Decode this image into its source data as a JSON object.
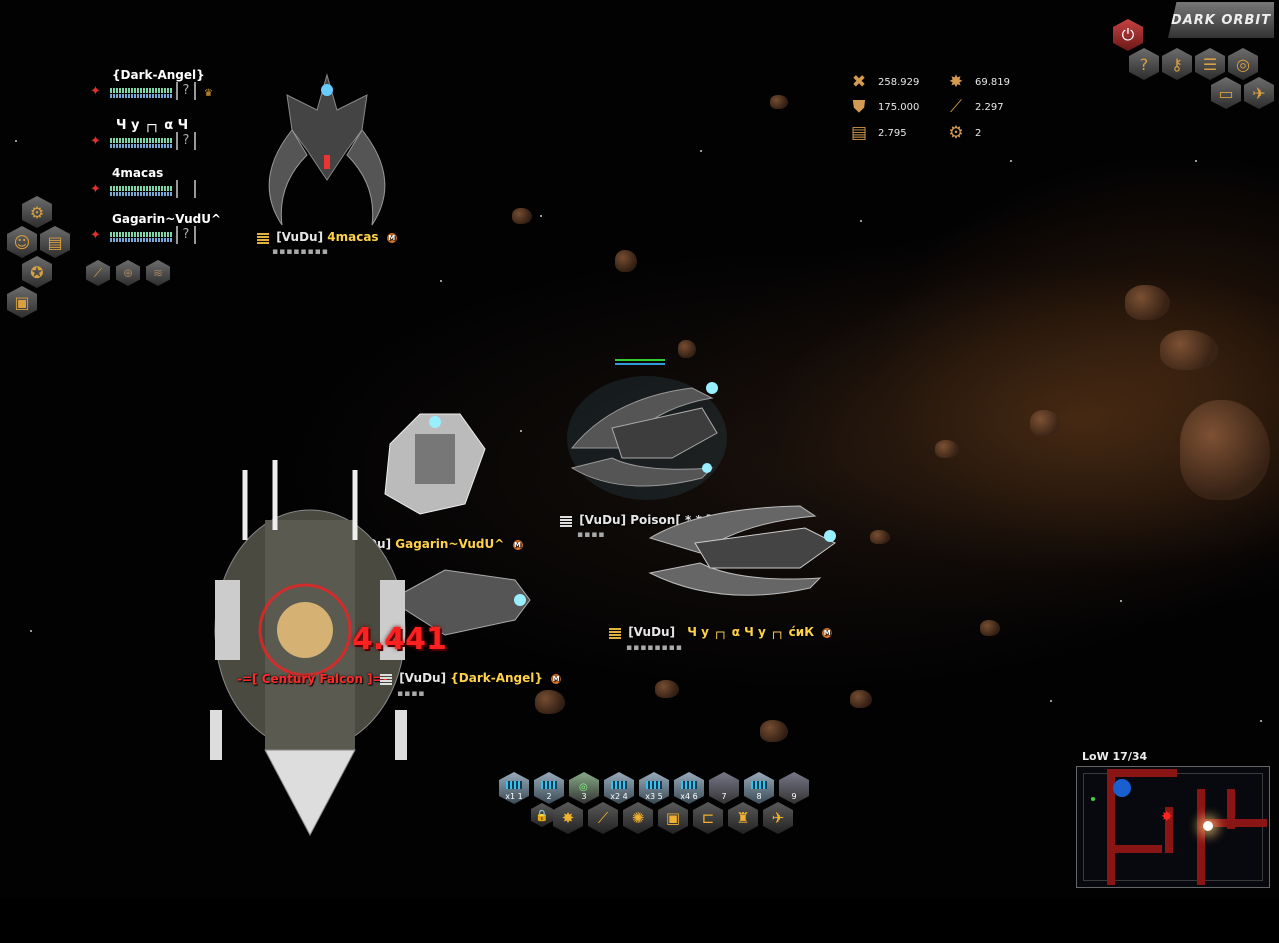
{
  "game": {
    "logo": "DARK ORBIT"
  },
  "group": {
    "members": [
      {
        "name": "{Dark-Angel}",
        "map": "?"
      },
      {
        "name": "Ч у ┌┐ α Ч",
        "map": "?"
      },
      {
        "name": "4macas",
        "map": ""
      },
      {
        "name": "Gagarin~VudU^",
        "map": "?"
      }
    ]
  },
  "stats": {
    "experience": "258.929",
    "honor": "69.819",
    "uridium": "175.000",
    "credits": "2.297",
    "cargo": "2.795",
    "level": "2"
  },
  "ships": {
    "top": {
      "tag": "[VuDu]",
      "name": "4macas"
    },
    "poison": {
      "tag": "[VuDu]",
      "name": "Poison[ * * ]"
    },
    "gagarin": {
      "tag": "[VuDu]",
      "name": "Gagarin~VudU^"
    },
    "yuya": {
      "tag": "[VuDu]",
      "name": "Ч у ┌┐ α Ч у ┌┐ ćиК"
    },
    "dark_angel": {
      "tag": "[VuDu]",
      "name": "{Dark-Angel}"
    },
    "enemy": {
      "name": "-=[ Century Falcon ]=-"
    }
  },
  "combat": {
    "damage": "4.441"
  },
  "action_bar": {
    "slots": [
      {
        "key": "1",
        "label": "x1"
      },
      {
        "key": "2",
        "label": ""
      },
      {
        "key": "3",
        "label": ""
      },
      {
        "key": "4",
        "label": "x2"
      },
      {
        "key": "5",
        "label": "x3"
      },
      {
        "key": "6",
        "label": "x4"
      },
      {
        "key": "7",
        "label": ""
      },
      {
        "key": "8",
        "label": ""
      },
      {
        "key": "9",
        "label": ""
      }
    ]
  },
  "minimap": {
    "title": "LoW 17/34"
  },
  "colors": {
    "accent": "#ffd24a",
    "enemy": "#ff2a2a",
    "damage": "#ff2020"
  }
}
